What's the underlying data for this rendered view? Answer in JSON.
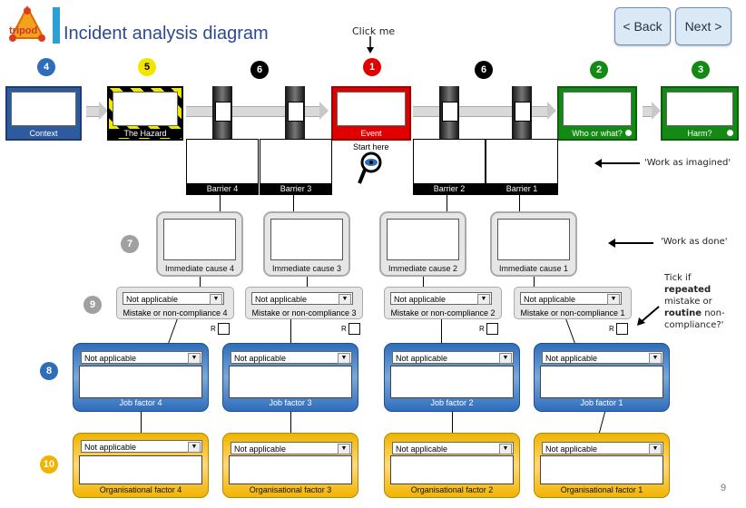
{
  "header": {
    "logo_text": "tripod",
    "title": "Incident analysis diagram"
  },
  "nav": {
    "back_label": "< Back",
    "next_label": "Next >"
  },
  "hint": {
    "click_me": "Click me",
    "start_here": "Start here"
  },
  "numbers": {
    "n4": "4",
    "n5": "5",
    "n6": "6",
    "n1": "1",
    "n2": "2",
    "n3": "3",
    "n7": "7",
    "n9": "9",
    "n8": "8",
    "n10": "10"
  },
  "top_row": {
    "context": "Context",
    "hazard": "The Hazard",
    "event": "Event",
    "who": "Who or what?",
    "harm": "Harm?"
  },
  "barriers": [
    "Barrier 4",
    "Barrier 3",
    "Barrier 2",
    "Barrier 1"
  ],
  "immediate": [
    "Immediate cause 4",
    "Immediate cause 3",
    "Immediate cause 2",
    "Immediate cause 1"
  ],
  "mistakes": {
    "select_value": "Not applicable",
    "labels": [
      "Mistake or non-compliance 4",
      "Mistake or non-compliance 3",
      "Mistake or non-compliance 2",
      "Mistake or non-compliance 1"
    ],
    "r_label": "R"
  },
  "job_factors": {
    "select_value": "Not applicable",
    "labels": [
      "Job factor 4",
      "Job factor 3",
      "Job factor 2",
      "Job factor 1"
    ]
  },
  "org_factors": {
    "select_value": "Not applicable",
    "labels": [
      "Organisational factor 4",
      "Organisational factor 3",
      "Organisational factor 2",
      "Organisational factor 1"
    ]
  },
  "notes": {
    "imagined": "'Work as imagined'",
    "done": "'Work as done'",
    "tick_1": "Tick if",
    "tick_2": "repeated",
    "tick_3": "mistake or",
    "tick_4": "routine",
    "tick_5": "non-",
    "tick_6": "compliance?'"
  },
  "page_number": "9",
  "colors": {
    "blue": "#2e5a9e",
    "yellow": "#f2e600",
    "red": "#e00000",
    "green": "#138a13",
    "grey": "#a0a0a0",
    "orange": "#f0b400"
  }
}
